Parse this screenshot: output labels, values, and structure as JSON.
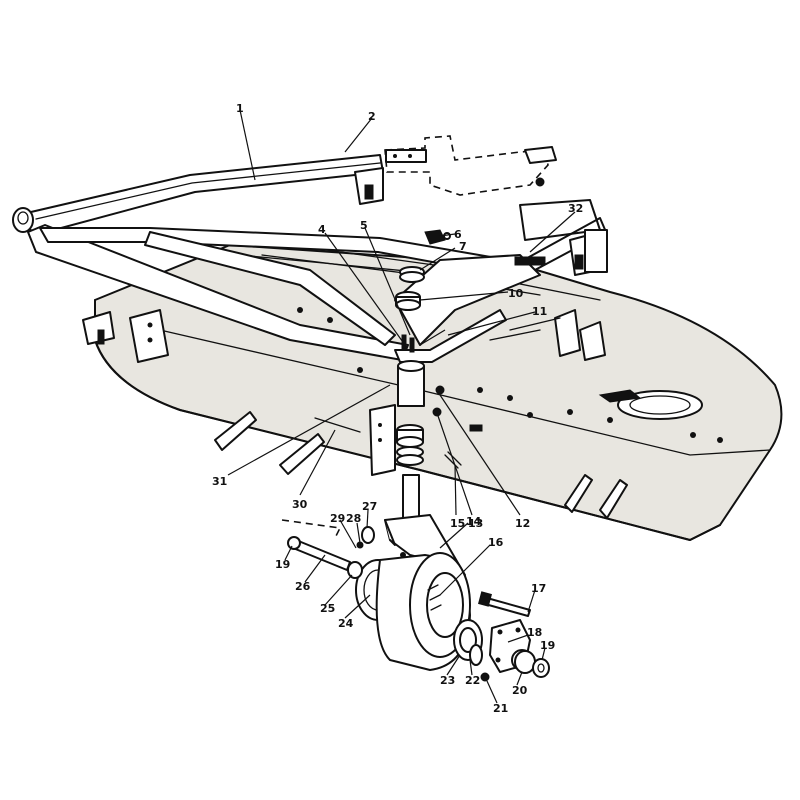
{
  "diagram": {
    "callouts": [
      "1",
      "2",
      "4",
      "5",
      "6",
      "7",
      "10",
      "11",
      "32",
      "31",
      "30",
      "15",
      "13",
      "12",
      "27",
      "28",
      "29",
      "19",
      "26",
      "25",
      "24",
      "14",
      "16",
      "17",
      "18",
      "19",
      "20",
      "21",
      "22",
      "23"
    ]
  }
}
